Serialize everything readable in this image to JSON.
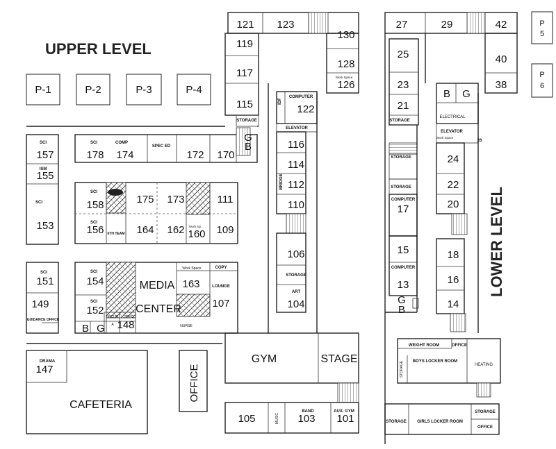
{
  "titles": {
    "upper": "UPPER LEVEL",
    "lower": "LOWER LEVEL"
  },
  "side_boxes": {
    "p5": "P 5",
    "p6": "P 6"
  },
  "portables": [
    "P-1",
    "P-2",
    "P-3",
    "P-4"
  ],
  "rooms": {
    "r121": "121",
    "r123": "123",
    "r130": "130",
    "r119": "119",
    "r128": "128",
    "r126": "126",
    "r117": "117",
    "r115": "115",
    "r122": "122",
    "r116": "116",
    "r114": "114",
    "r112": "112",
    "r110": "110",
    "r106": "106",
    "r104": "104",
    "r157": "157",
    "r155": "155",
    "r153": "153",
    "r178": "178",
    "r174": "174",
    "r172": "172",
    "r170": "170",
    "r158": "158",
    "r175": "175",
    "r173": "173",
    "r111": "111",
    "r156": "156",
    "r164": "164",
    "r162": "162",
    "r160": "160",
    "r109": "109",
    "r151": "151",
    "r154": "154",
    "r163": "163",
    "r107": "107",
    "r149": "149",
    "r152": "152",
    "r148": "148",
    "r147": "147",
    "r105": "105",
    "r103": "103",
    "r101": "101",
    "r27": "27",
    "r29": "29",
    "r42": "42",
    "r25": "25",
    "r40": "40",
    "r23": "23",
    "r38": "38",
    "r21": "21",
    "r24": "24",
    "r22": "22",
    "r20": "20",
    "r17": "17",
    "r15": "15",
    "r18": "18",
    "r13": "13",
    "r16": "16",
    "r14": "14",
    "r26": "26"
  },
  "areas": {
    "media": "MEDIA",
    "center": "CENTER",
    "gym": "GYM",
    "stage": "STAGE",
    "cafeteria": "CAFETERIA",
    "office": "OFFICE"
  },
  "labels": {
    "computer_upper": "COMPUTER",
    "idf": "IDF",
    "storage_a": "STORAGE",
    "elevator_upper": "ELEVATOR",
    "work_space_126": "Work Space",
    "bridge": "BRIDGE",
    "storage_106": "STORAGE",
    "art": "ART",
    "sci_157": "SCI",
    "ism": "ISM",
    "sci_153": "SCI",
    "sci_178": "SCI",
    "comp": "COMP",
    "spec_ed": "SPEC ED",
    "sci_158": "SCI",
    "sci_156": "SCI",
    "sixth_team": "6TH TEAM",
    "work_sp": "Work Sp.",
    "sci_151": "SCI",
    "sci_154": "SCI",
    "sci_152": "SCI",
    "work_space_163": "Work Space",
    "copy": "COPY",
    "lounge": "LOUNGE",
    "guidance": "GUIDANCE OFFICE",
    "secur": "SECUR.",
    "spec": "SPEC.",
    "a": "A",
    "nurse": "NURSE",
    "drama": "DRAMA",
    "music": "MUSIC",
    "band": "BAND",
    "aux_gym": "AUX. GYM",
    "b_upper": "B",
    "g_upper": "G",
    "b_147": "B",
    "g_147": "G",
    "storage_lower_1": "STORAGE",
    "storage_lower_2": "STORAGE",
    "storage_lower_3": "STORAGE",
    "computer_17": "COMPUTER",
    "computer_13": "COMPUTER",
    "b_lower": "B",
    "g_lower": "G",
    "b_top": "B",
    "g_top": "G",
    "electrical": "ELECTRICAL",
    "elevator_lower": "ELEVATOR",
    "work_space_26": "Work Space",
    "weight_room": "WEIGHT ROOM",
    "office_small": "OFFICE",
    "boys_locker": "BOYS LOCKER ROOM",
    "heating": "HEATING",
    "storage_boys": "STORAGE",
    "storage_bottom": "STORAGE",
    "girls_locker": "GIRLS LOCKER ROOM",
    "storage_right": "STORAGE",
    "office_bottom": "OFFICE"
  }
}
